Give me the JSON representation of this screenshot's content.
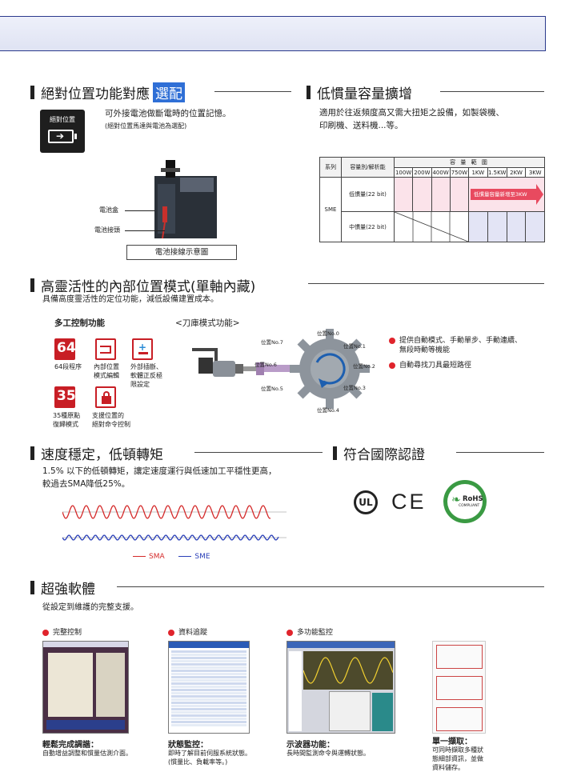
{
  "sec_abs": {
    "title": "絕對位置功能對應",
    "highlight": "選配",
    "desc1": "可外接電池做斷電時的位置記憶。",
    "desc2": "(絕對位置馬達與電池為選配)",
    "badge": "絕對位置",
    "label_box": "電池盒",
    "label_conn": "電池接頭",
    "caption": "電池接線示意圖"
  },
  "sec_inertia": {
    "title": "低慣量容量擴增",
    "desc1": "適用於往返頻度高又需大扭矩之設備，如製袋機、",
    "desc2": "印刷機、送料機...等。",
    "table": {
      "h_series": "系列",
      "h_capacity": "容量別/解析能",
      "h_range": "容 量 範 圍",
      "cols": [
        "100W",
        "200W",
        "400W",
        "750W",
        "1KW",
        "1.5KW",
        "2KW",
        "3KW"
      ],
      "series": "SME",
      "row1": "低慣量(22 bit)",
      "row2": "中慣量(22 bit)",
      "arrow": "低慣量容量新增至3KW"
    }
  },
  "sec_internal": {
    "title": "高靈活性的內部位置模式(單軸內藏)",
    "desc": "具備高度靈活性的定位功能，減低設備建置成本。",
    "multi_title": "多工控制功能",
    "turret_title": "<刀庫模式功能>",
    "icons": [
      {
        "glyph": "64",
        "label1": "64段程序",
        "label2": ""
      },
      {
        "glyph": "",
        "label1": "內部位置",
        "label2": "模式編輯"
      },
      {
        "glyph": "",
        "label1": "外部插斷、",
        "label2": "軟體正反極",
        "label3": "限設定"
      },
      {
        "glyph": "35",
        "label1": "35種原點",
        "label2": "復歸模式"
      },
      {
        "glyph": "",
        "label1": "支援位置的",
        "label2": "絕對命令控制"
      }
    ],
    "positions": [
      "位置No.0",
      "位置No.1",
      "位置No.2",
      "位置No.3",
      "位置No.4",
      "位置No.5",
      "位置No.6",
      "位置No.7"
    ],
    "bullet1a": "提供自動模式、手動單步、手動連續、",
    "bullet1b": "無段時動等機能",
    "bullet2": "自動尋找刀具最短路徑"
  },
  "sec_speed": {
    "title": "速度穩定，低頓轉矩",
    "desc1": "1.5% 以下的低頓轉矩，讓定速度運行與低速加工平穩性更高，",
    "desc2": "較過去SMA降低25%。",
    "legend_sma": "SMA",
    "legend_sme": "SME",
    "color_sma": "#d42a2a",
    "color_sme": "#2a3fb8"
  },
  "sec_cert": {
    "title": "符合國際認證",
    "rohs": "RoHS",
    "rohs_sub": "COMPLIANT",
    "ul": "UL",
    "ce": "CE"
  },
  "sec_soft": {
    "title": "超強軟體",
    "desc": "從設定到維護的完整支援。",
    "items": [
      {
        "head": "完整控制",
        "sub_title": "輕鬆完成調諧：",
        "sub1": "自動增益調整和慣量估測介面。",
        "sub2": ""
      },
      {
        "head": "資料追蹤",
        "sub_title": "狀態監控：",
        "sub1": "即時了解目前伺服系統狀態。",
        "sub2": "(慣量比、負載率等。)"
      },
      {
        "head": "多功能監控",
        "sub_title": "示波器功能：",
        "sub1": "長時間監測命令與運轉狀態。",
        "sub2": ""
      }
    ],
    "single": {
      "title": "單一擷取：",
      "l1": "可同時擷取多種狀",
      "l2": "態細部資訊，並做",
      "l3": "資料儲存。"
    }
  }
}
